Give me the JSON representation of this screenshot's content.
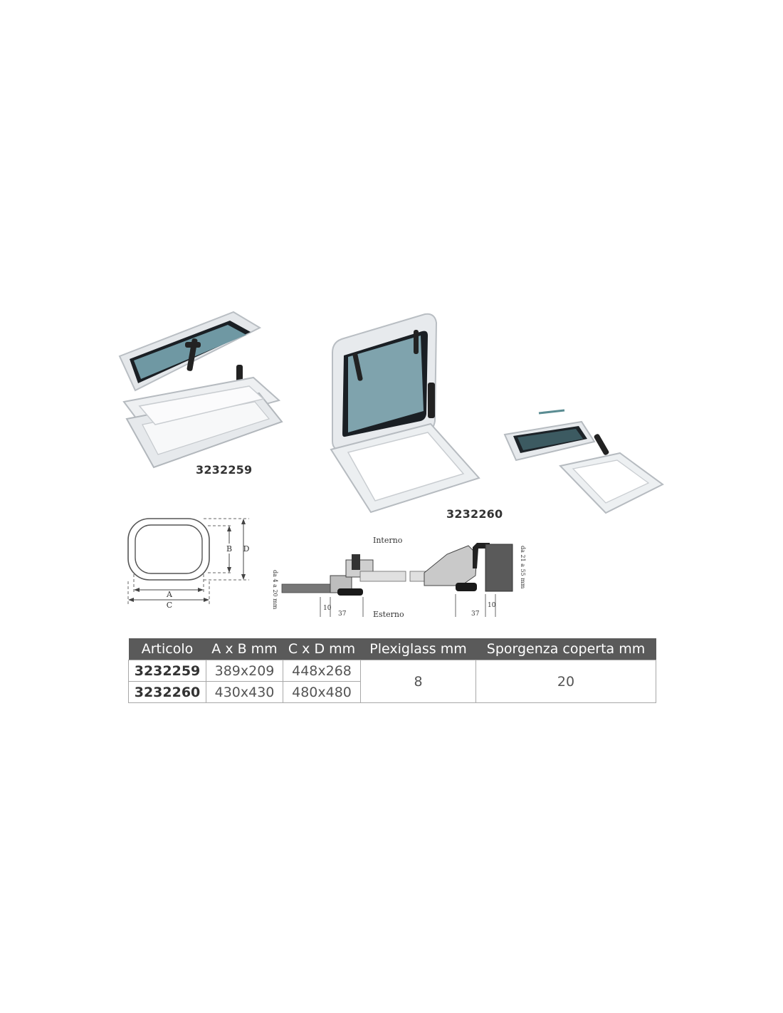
{
  "products": {
    "left_label": "3232259",
    "middle_label": "3232260"
  },
  "diagram_outline": {
    "label_a": "A",
    "label_b": "B",
    "label_c": "C",
    "label_d": "D"
  },
  "diagram_section": {
    "interno": "Interno",
    "esterno": "Esterno",
    "left_thickness": "da 4 a 20 mm",
    "right_thickness": "da 21 a 55 mm",
    "dim_10_left": "10",
    "dim_37_left": "37",
    "dim_37_right": "37",
    "dim_10_right": "10"
  },
  "table": {
    "headers": [
      "Articolo",
      "A x B mm",
      "C x D mm",
      "Plexiglass mm",
      "Sporgenza coperta mm"
    ],
    "rows": [
      {
        "articolo": "3232259",
        "axb": "389x209",
        "cxd": "448x268"
      },
      {
        "articolo": "3232260",
        "axb": "430x430",
        "cxd": "480x480"
      }
    ],
    "plexiglass": "8",
    "sporgenza": "20"
  },
  "colors": {
    "header_bg": "#5a5a5a",
    "frame": "#e9ecef",
    "glass": "#7fa3ad"
  }
}
